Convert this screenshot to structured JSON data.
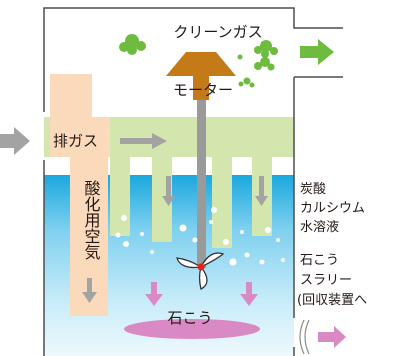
{
  "labels": {
    "clean_gas": "クリーンガス",
    "motor": "モーター",
    "flue_gas": "排ガス",
    "oxidation_air": "酸化用空気",
    "solution": [
      "炭酸",
      "カルシウム",
      "水溶液"
    ],
    "slurry": [
      "石こう",
      "スラリー",
      "(回収装置へ"
    ],
    "gypsum": "石こう"
  },
  "colors": {
    "tank_outline": "#4d4d4d",
    "water_top": "#1aa8dd",
    "water_bottom": "#e6f5fc",
    "flue_duct": "#d3e6ad",
    "air_pipe": "#fbd9bb",
    "motor": "#c47a17",
    "shaft": "#9a9a9a",
    "cloud": "#6dbb3f",
    "outlet_arrow": "#6dbb3f",
    "grey_arrow": "#a3a3a3",
    "pink_arrow": "#d98ac4",
    "gypsum": "#d98ac4",
    "impeller_hub": "#e5211d"
  }
}
